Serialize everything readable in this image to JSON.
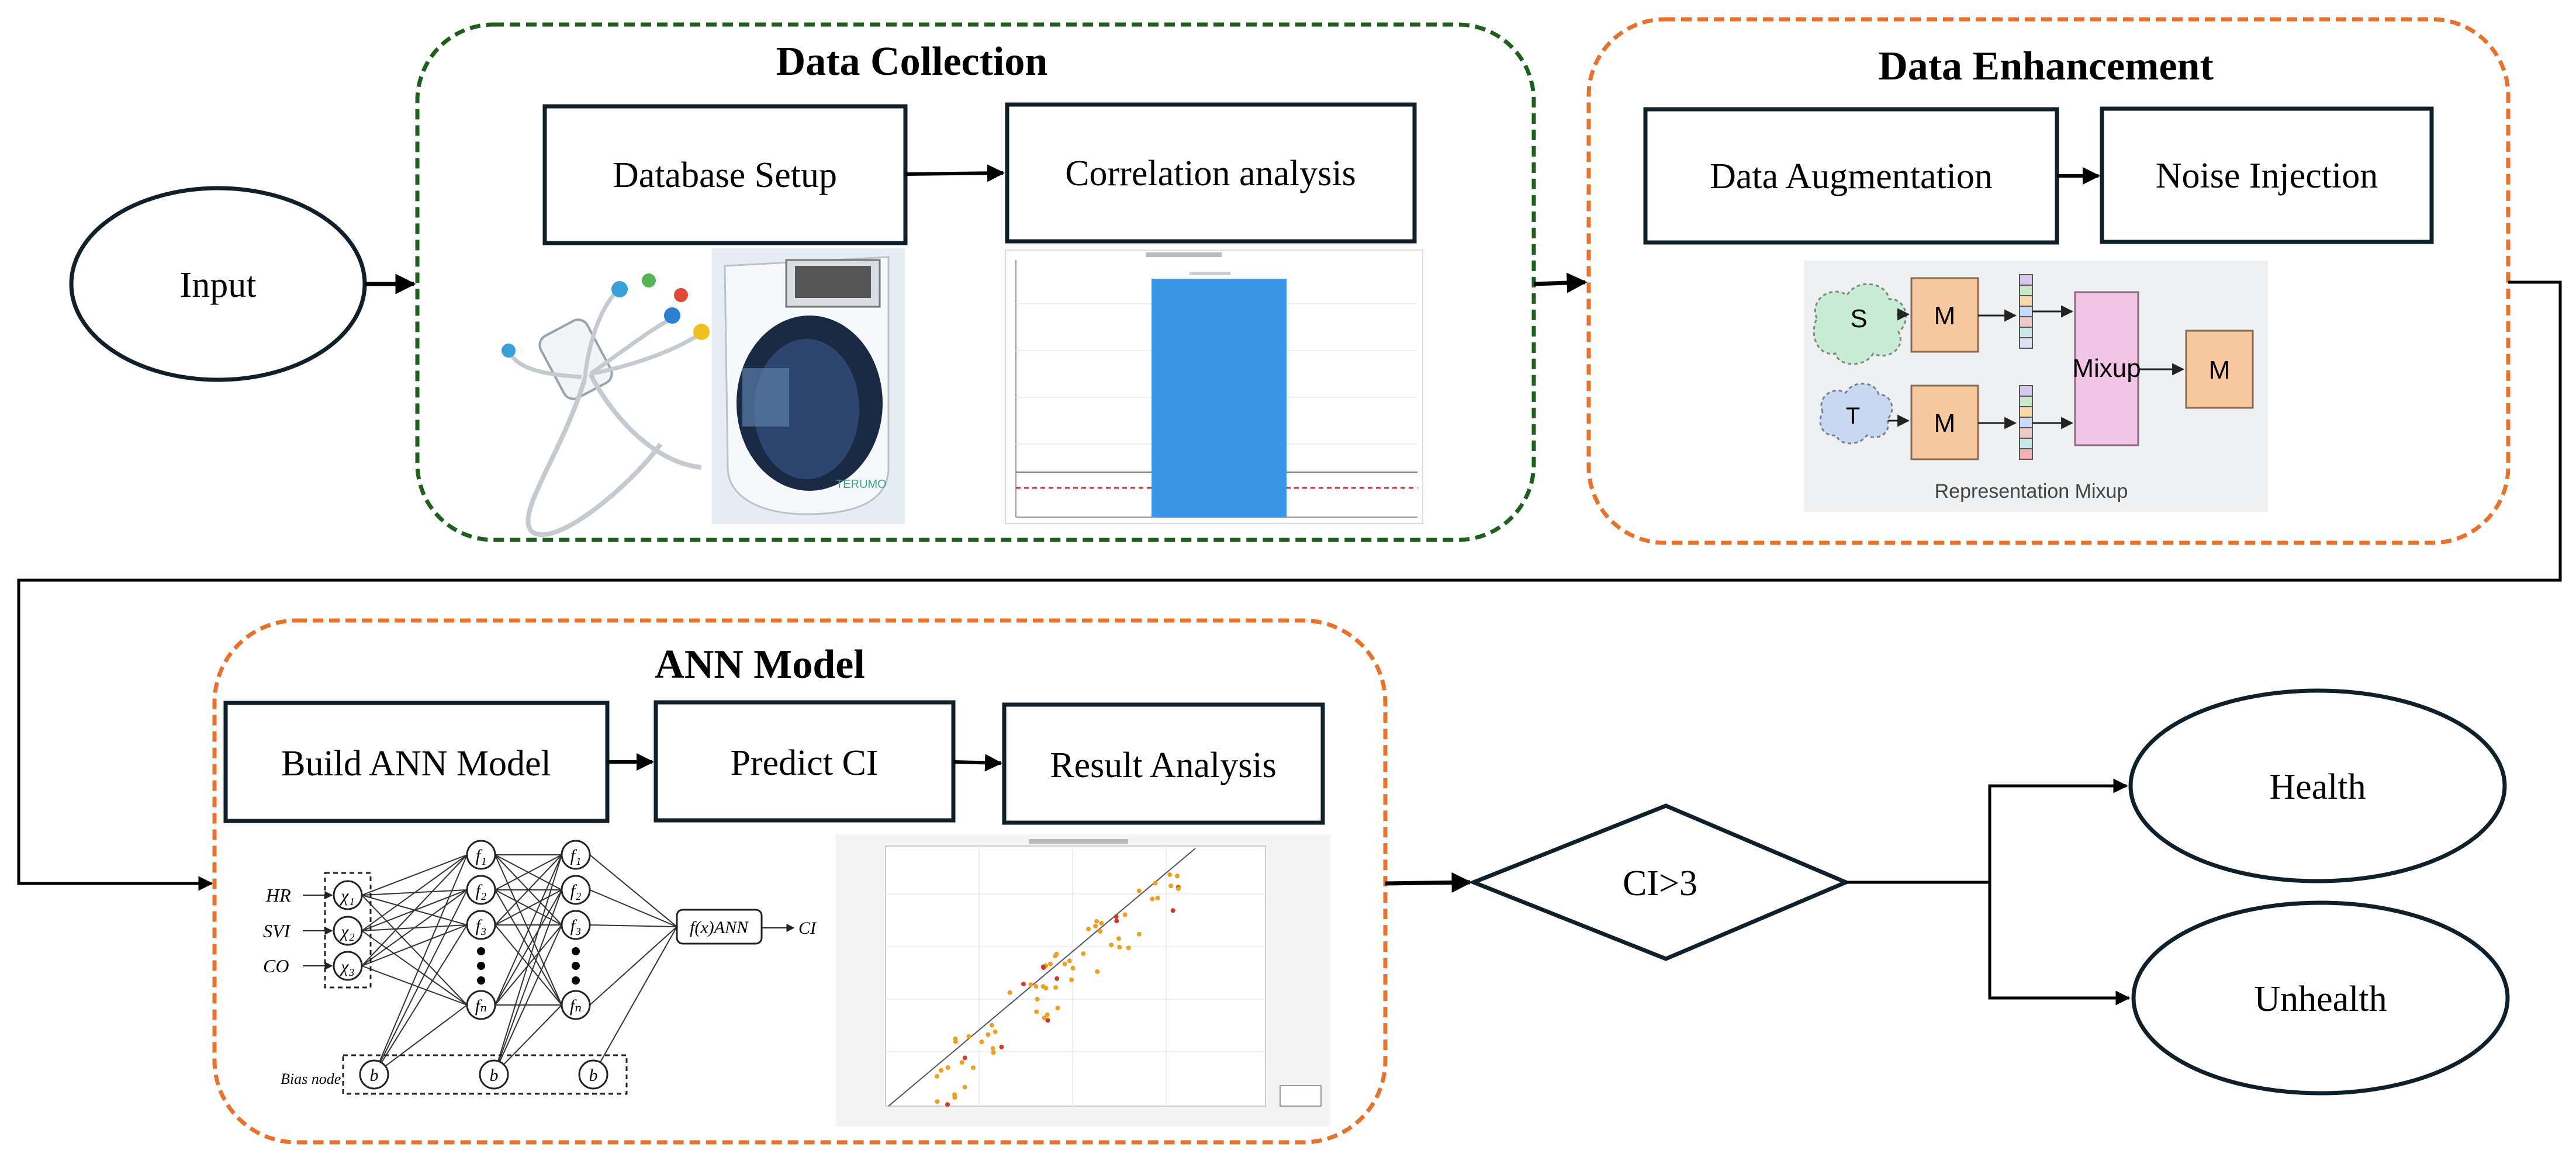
{
  "input": {
    "label": "Input"
  },
  "data_collection": {
    "title": "Data Collection",
    "database_setup": "Database Setup",
    "correlation_analysis": "Correlation analysis"
  },
  "data_enhancement": {
    "title": "Data Enhancement",
    "data_augmentation": "Data Augmentation",
    "noise_injection": "Noise Injection",
    "mixup_figure": {
      "source_s": "S",
      "source_t": "T",
      "model_m": "M",
      "mixup": "Mixup",
      "caption": "Representation Mixup"
    }
  },
  "ann_model": {
    "title": "ANN Model",
    "build": "Build ANN Model",
    "predict": "Predict CI",
    "result": "Result Analysis",
    "network": {
      "inputs": [
        "HR",
        "SVI",
        "CO"
      ],
      "output": "CI",
      "bias_label": "Bias node",
      "bias_symbol": "b",
      "function_label": "f(x)ANN"
    }
  },
  "decision": {
    "label": "CI>3"
  },
  "outcomes": {
    "health": "Health",
    "unhealth": "Unhealth"
  },
  "colors": {
    "dark_green": "#1e5f1e",
    "orange": "#e8722c",
    "box_stroke": "#10202a",
    "bar_blue": "#3a96e6"
  }
}
